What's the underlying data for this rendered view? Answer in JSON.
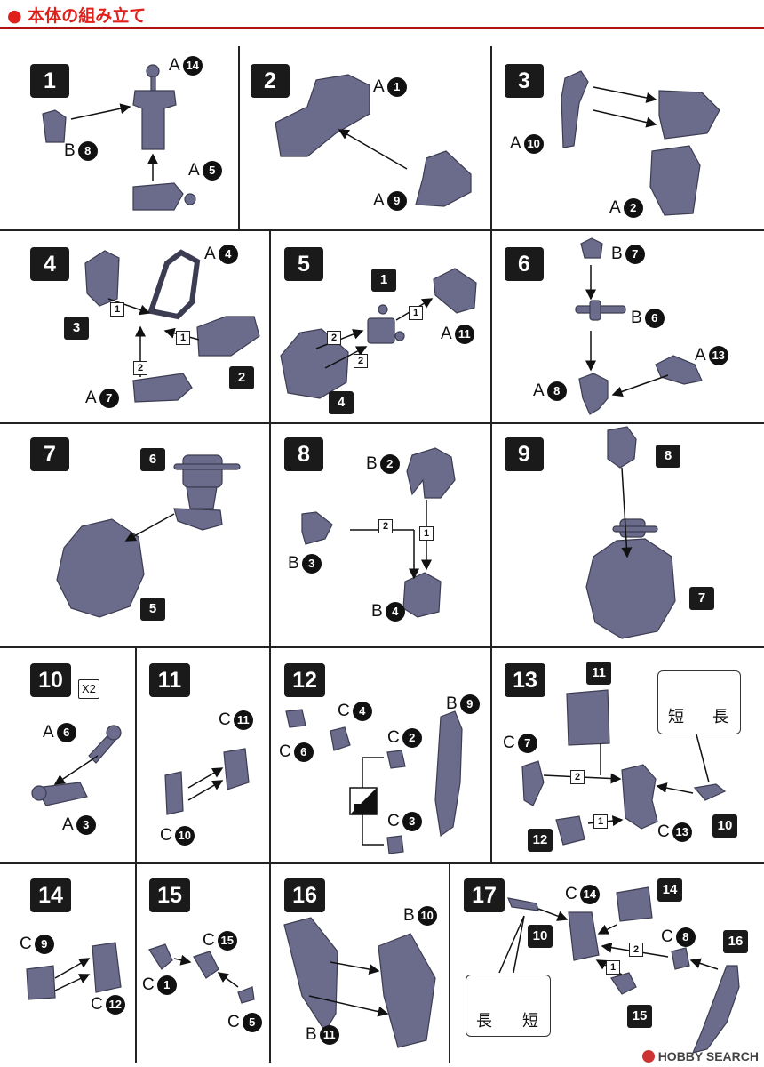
{
  "header": {
    "title": "本体の組み立て"
  },
  "steps": [
    {
      "number": "1"
    },
    {
      "number": "2"
    },
    {
      "number": "3"
    },
    {
      "number": "4"
    },
    {
      "number": "5"
    },
    {
      "number": "6"
    },
    {
      "number": "7"
    },
    {
      "number": "8"
    },
    {
      "number": "9"
    },
    {
      "number": "10"
    },
    {
      "number": "11"
    },
    {
      "number": "12"
    },
    {
      "number": "13"
    },
    {
      "number": "14"
    },
    {
      "number": "15"
    },
    {
      "number": "16"
    },
    {
      "number": "17"
    }
  ],
  "times": "X2",
  "order_tags": {
    "one": "1",
    "two": "2"
  },
  "callouts": {
    "short": "短",
    "long": "長"
  },
  "parts": {
    "a14": {
      "letter": "A",
      "num": "14"
    },
    "b8": {
      "letter": "B",
      "num": "8"
    },
    "a5": {
      "letter": "A",
      "num": "5"
    },
    "a1": {
      "letter": "A",
      "num": "1"
    },
    "a9": {
      "letter": "A",
      "num": "9"
    },
    "a10": {
      "letter": "A",
      "num": "10"
    },
    "a2": {
      "letter": "A",
      "num": "2"
    },
    "a4": {
      "letter": "A",
      "num": "4"
    },
    "a7": {
      "letter": "A",
      "num": "7"
    },
    "a11": {
      "letter": "A",
      "num": "11"
    },
    "b7": {
      "letter": "B",
      "num": "7"
    },
    "b6": {
      "letter": "B",
      "num": "6"
    },
    "a13": {
      "letter": "A",
      "num": "13"
    },
    "a8": {
      "letter": "A",
      "num": "8"
    },
    "b2": {
      "letter": "B",
      "num": "2"
    },
    "b3": {
      "letter": "B",
      "num": "3"
    },
    "b4": {
      "letter": "B",
      "num": "4"
    },
    "a6": {
      "letter": "A",
      "num": "6"
    },
    "a3": {
      "letter": "A",
      "num": "3"
    },
    "c11": {
      "letter": "C",
      "num": "11"
    },
    "c10": {
      "letter": "C",
      "num": "10"
    },
    "c4": {
      "letter": "C",
      "num": "4"
    },
    "c6": {
      "letter": "C",
      "num": "6"
    },
    "c2": {
      "letter": "C",
      "num": "2"
    },
    "c3": {
      "letter": "C",
      "num": "3"
    },
    "b9": {
      "letter": "B",
      "num": "9"
    },
    "c7": {
      "letter": "C",
      "num": "7"
    },
    "c13": {
      "letter": "C",
      "num": "13"
    },
    "c9": {
      "letter": "C",
      "num": "9"
    },
    "c12": {
      "letter": "C",
      "num": "12"
    },
    "c15": {
      "letter": "C",
      "num": "15"
    },
    "c1": {
      "letter": "C",
      "num": "1"
    },
    "c5": {
      "letter": "C",
      "num": "5"
    },
    "b10": {
      "letter": "B",
      "num": "10"
    },
    "b11": {
      "letter": "B",
      "num": "11"
    },
    "c14": {
      "letter": "C",
      "num": "14"
    },
    "c8": {
      "letter": "C",
      "num": "8"
    }
  },
  "refs": {
    "s4_from3": "3",
    "s4_from2": "2",
    "s5_from1": "1",
    "s5_from4": "4",
    "s7_from6": "6",
    "s7_from5": "5",
    "s9_from8": "8",
    "s9_from7": "7",
    "s13_from11": "11",
    "s13_from12": "12",
    "s13_from10": "10",
    "s14_from14": "14",
    "s17_from10": "10",
    "s17_from15": "15",
    "s17_from16": "16"
  },
  "watermark": "HOBBY SEARCH",
  "colors": {
    "part_fill": "#6b6b8c",
    "part_dark": "#45455e",
    "part_light": "#8d8dad",
    "accent": "#e0201a"
  }
}
